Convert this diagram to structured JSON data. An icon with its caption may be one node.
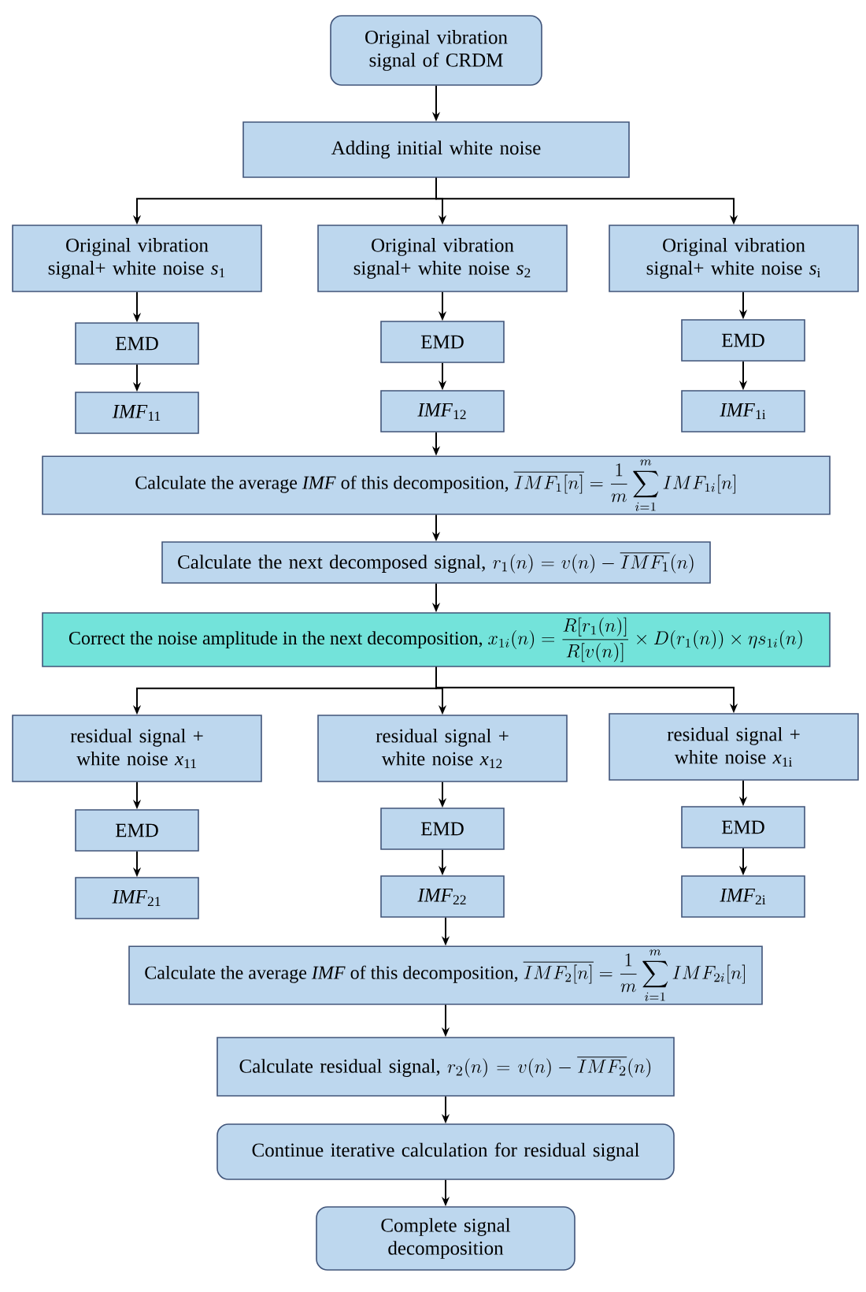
{
  "diagram": {
    "nodes": [
      {
        "text": [
          "Original vibration signal of CRDM"
        ]
      },
      {
        "text": [
          "Adding initial white noise"
        ]
      },
      {
        "text": [
          "Original vibration signal+ white noise *s*$_{1}$"
        ]
      },
      {
        "text": [
          "Original vibration signal+ white noise *s*$_{2}$"
        ]
      },
      {
        "text": [
          "Original vibration signal+ white noise *s*$_{i}$"
        ]
      },
      {
        "text": [
          "EMD"
        ]
      },
      {
        "text": [
          "EMD"
        ]
      },
      {
        "text": [
          "EMD"
        ]
      },
      {
        "text": [
          "*IMF*$_{11}$"
        ]
      },
      {
        "text": [
          "*IMF*$_{12}$"
        ]
      },
      {
        "text": [
          "*IMF*$_{1i}$"
        ]
      },
      {
        "text": [
          "Calculate the average *IMF* of this decomposition,",
          "\\overline{IMF_1[n]}=\\frac{1}{m}\\sum_{i=1}^{m}IMF_{1i}[n]"
        ]
      },
      {
        "text": [
          "Calculate the next decomposed signal,",
          "r_1(n)=v(n)-\\overline{IMF_1}(n)"
        ]
      },
      {
        "text": [
          "Correct the noise amplitude in the next decomposition,",
          "x_{1i}(n)=\\frac{R[r_1(n)]}{R[v(n)]}\\times D(r_1(n))\\times\\eta s_{1i}(n)"
        ]
      },
      {
        "text": [
          "residual signal + white noise *x*$_{11}$"
        ]
      },
      {
        "text": [
          "residual signal + white noise *x*$_{12}$"
        ]
      },
      {
        "text": [
          "residual signal + white noise *x*$_{1i}$"
        ]
      },
      {
        "text": [
          "EMD"
        ]
      },
      {
        "text": [
          "EMD"
        ]
      },
      {
        "text": [
          "EMD"
        ]
      },
      {
        "text": [
          "*IMF*$_{21}$"
        ]
      },
      {
        "text": [
          "*IMF*$_{22}$"
        ]
      },
      {
        "text": [
          "*IMF*$_{2i}$"
        ]
      },
      {
        "text": [
          "Calculate the average *IMF* of this decomposition,",
          "\\overline{IMF_2[n]}=\\frac{1}{m}\\sum_{i=1}^{m}IMF_{2i}[n]"
        ]
      },
      {
        "text": [
          "Calculate residual signal,",
          "r_2(n)=v(n)-\\overline{IMF_2}(n)"
        ]
      },
      {
        "text": [
          "Continue iterative calculation for residual signal"
        ]
      },
      {
        "text": [
          "Complete signal decomposition"
        ]
      }
    ],
    "edges": [
      {
        "from": 0,
        "to": 1,
        "arrow": "to"
      },
      {
        "from": 1,
        "to": 2,
        "arrow": "to"
      },
      {
        "from": 1,
        "to": 3,
        "arrow": "to"
      },
      {
        "from": 1,
        "to": 4,
        "arrow": "to"
      },
      {
        "from": 2,
        "to": 5,
        "arrow": "to"
      },
      {
        "from": 3,
        "to": 6,
        "arrow": "to"
      },
      {
        "from": 4,
        "to": 7,
        "arrow": "to"
      },
      {
        "from": 5,
        "to": 8,
        "arrow": "to"
      },
      {
        "from": 6,
        "to": 9,
        "arrow": "to"
      },
      {
        "from": 7,
        "to": 10,
        "arrow": "to"
      },
      {
        "from": 9,
        "to": 11,
        "arrow": "to"
      },
      {
        "from": 11,
        "to": 12,
        "arrow": "to"
      },
      {
        "from": 12,
        "to": 13,
        "arrow": "to"
      },
      {
        "from": 13,
        "to": 14,
        "arrow": "to"
      },
      {
        "from": 13,
        "to": 15,
        "arrow": "to"
      },
      {
        "from": 13,
        "to": 16,
        "arrow": "to"
      },
      {
        "from": 14,
        "to": 17,
        "arrow": "to"
      },
      {
        "from": 15,
        "to": 18,
        "arrow": "to"
      },
      {
        "from": 16,
        "to": 19,
        "arrow": "to"
      },
      {
        "from": 17,
        "to": 20,
        "arrow": "to"
      },
      {
        "from": 18,
        "to": 21,
        "arrow": "to"
      },
      {
        "from": 19,
        "to": 22,
        "arrow": "to"
      },
      {
        "from": 21,
        "to": 23,
        "arrow": "to"
      },
      {
        "from": 23,
        "to": 24,
        "arrow": "to"
      },
      {
        "from": 24,
        "to": 25,
        "arrow": "to"
      },
      {
        "from": 25,
        "to": 26,
        "arrow": "to"
      }
    ]
  }
}
